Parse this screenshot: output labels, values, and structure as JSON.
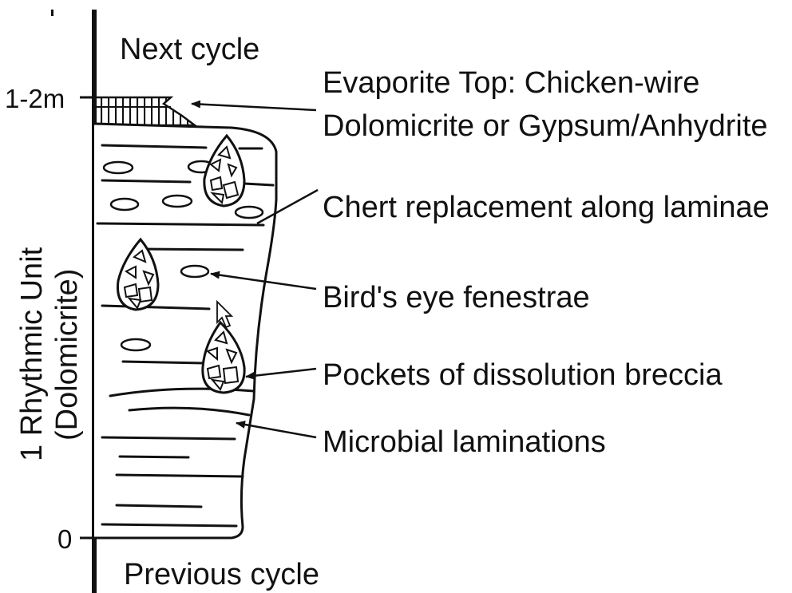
{
  "diagram": {
    "top_label": "Next cycle",
    "bottom_label": "Previous cycle",
    "axis_title": "1 Rhythmic Unit",
    "axis_subtitle": "(Dolomicrite)",
    "axis_ticks": [
      "1-2m",
      "0"
    ],
    "annotations": [
      {
        "line1": "Evaporite Top: Chicken-wire",
        "line2": "Dolomicrite or Gypsum/Anhydrite"
      },
      {
        "line1": "Chert replacement along laminae"
      },
      {
        "line1": "Bird's eye fenestrae"
      },
      {
        "line1": "Pockets of dissolution breccia"
      },
      {
        "line1": "Microbial laminations"
      }
    ],
    "colors": {
      "ink": "#111111",
      "paper": "#ffffff"
    }
  }
}
